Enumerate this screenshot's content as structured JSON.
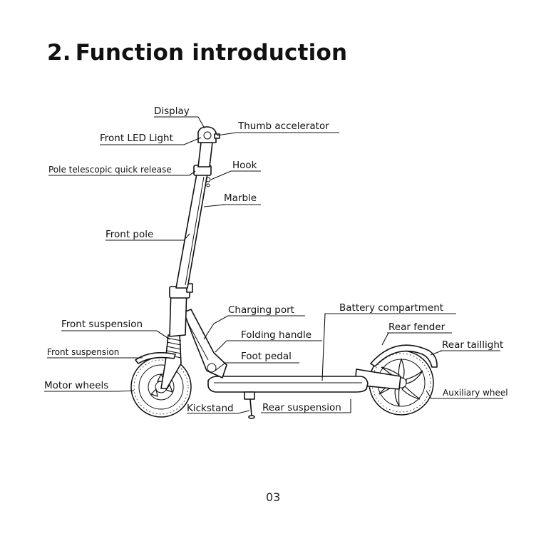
{
  "heading": {
    "number": "2.",
    "text": "Function introduction"
  },
  "labels": {
    "display": "Display",
    "front_led_light": "Front LED Light",
    "thumb_accelerator": "Thumb accelerator",
    "pole_quick_release": "Pole telescopic quick release",
    "hook": "Hook",
    "marble": "Marble",
    "front_pole": "Front pole",
    "charging_port": "Charging port",
    "battery_compartment": "Battery compartment",
    "front_suspension_upper": "Front suspension",
    "folding_handle": "Folding handle",
    "rear_fender": "Rear fender",
    "front_suspension_lower": "Front suspension",
    "foot_pedal": "Foot pedal",
    "rear_taillight": "Rear taillight",
    "motor_wheels": "Motor wheels",
    "auxiliary_wheel": "Auxiliary wheel",
    "kickstand": "Kickstand",
    "rear_suspension": "Rear suspension"
  },
  "page_number": "03"
}
